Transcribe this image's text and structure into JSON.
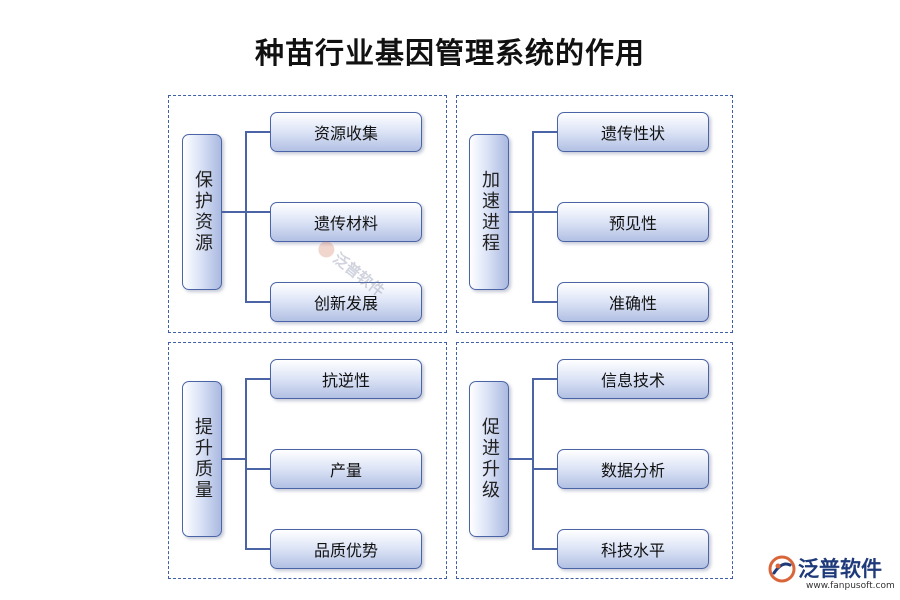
{
  "title": "种苗行业基因管理系统的作用",
  "quadrants": [
    {
      "category": "保护资源",
      "items": [
        "资源收集",
        "遗传材料",
        "创新发展"
      ]
    },
    {
      "category": "加速进程",
      "items": [
        "遗传性状",
        "预见性",
        "准确性"
      ]
    },
    {
      "category": "提升质量",
      "items": [
        "抗逆性",
        "产量",
        "品质优势"
      ]
    },
    {
      "category": "促进升级",
      "items": [
        "信息技术",
        "数据分析",
        "科技水平"
      ]
    }
  ],
  "watermark": "泛普软件",
  "logo": {
    "name": "泛普软件",
    "url": "www.fanpusoft.com"
  }
}
